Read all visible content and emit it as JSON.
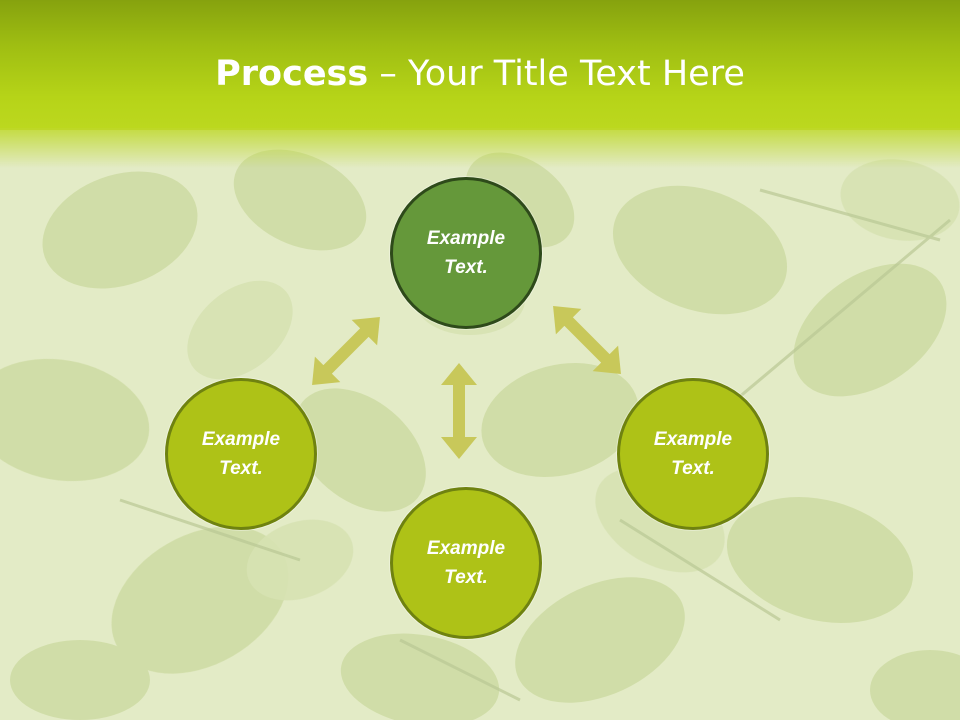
{
  "slide": {
    "title_bold": "Process",
    "title_rest": " – Your Title Text Here"
  },
  "diagram": {
    "nodes": [
      {
        "line1": "Example",
        "line2": "Text."
      },
      {
        "line1": "Example",
        "line2": "Text."
      },
      {
        "line1": "Example",
        "line2": "Text."
      },
      {
        "line1": "Example",
        "line2": "Text."
      }
    ]
  },
  "colors": {
    "header": "#b6d418",
    "node_dark": "#65983a",
    "node_light": "#aec217",
    "arrow": "#c8c85a"
  }
}
